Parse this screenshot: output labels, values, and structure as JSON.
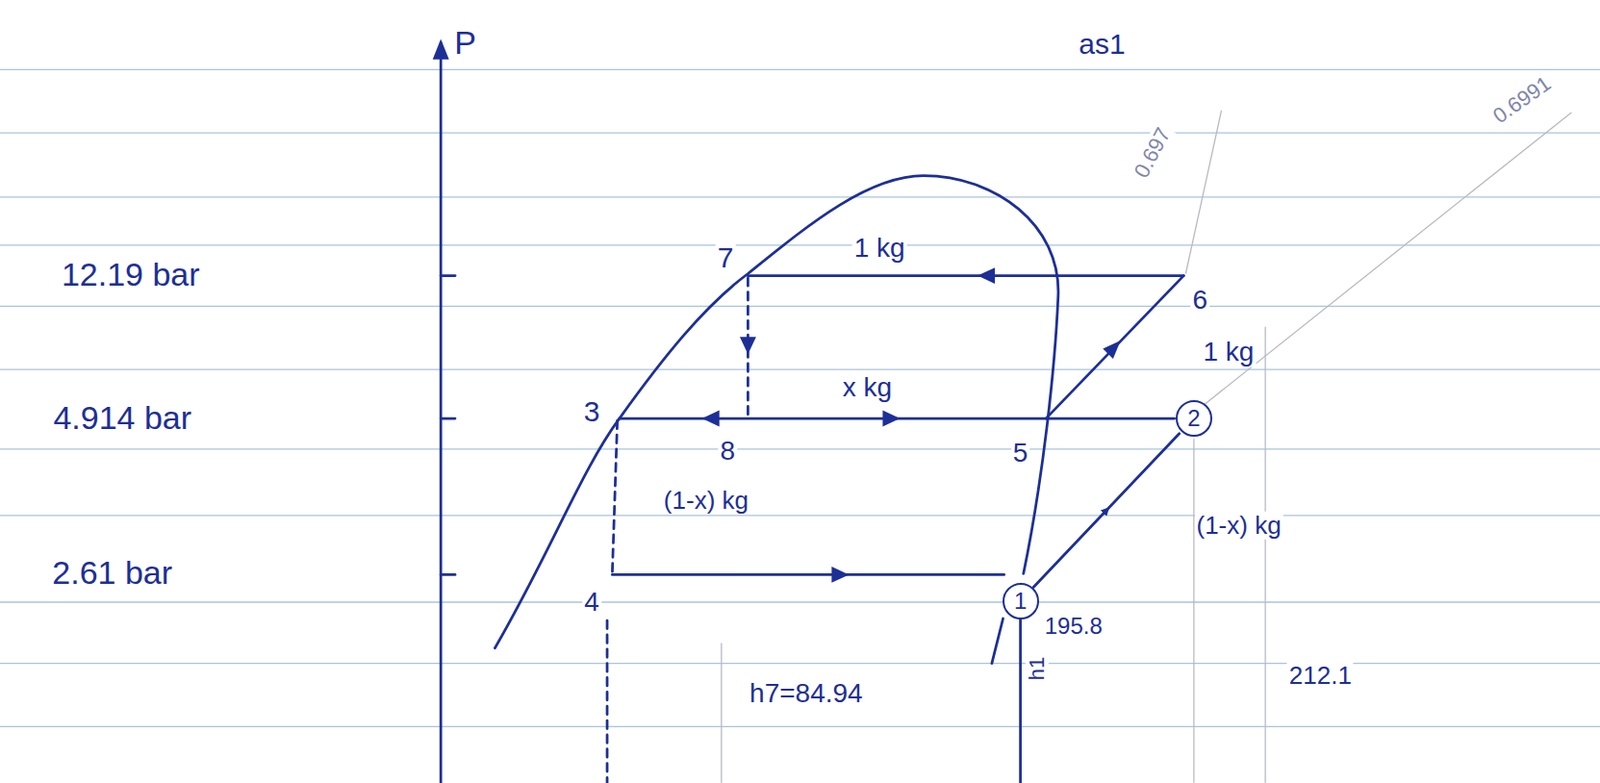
{
  "diagram": {
    "nodes": [
      {
        "text": [
          "1"
        ]
      },
      {
        "text": [
          "2"
        ]
      }
    ],
    "edges": [
      {
        "from": 0,
        "to": 1,
        "arrow": "to",
        "label": "(1-x) kg"
      }
    ],
    "labels": [
      "P",
      "as1",
      "12.19 bar",
      "4.914 bar",
      "2.61 bar",
      "7",
      "1 kg",
      "6",
      "1 kg",
      "3",
      "x kg",
      "8",
      "5",
      "(1-x) kg",
      "4",
      "195.8",
      "h7=84.94",
      "h1",
      "212.1",
      "0.697",
      "0.6991"
    ]
  }
}
